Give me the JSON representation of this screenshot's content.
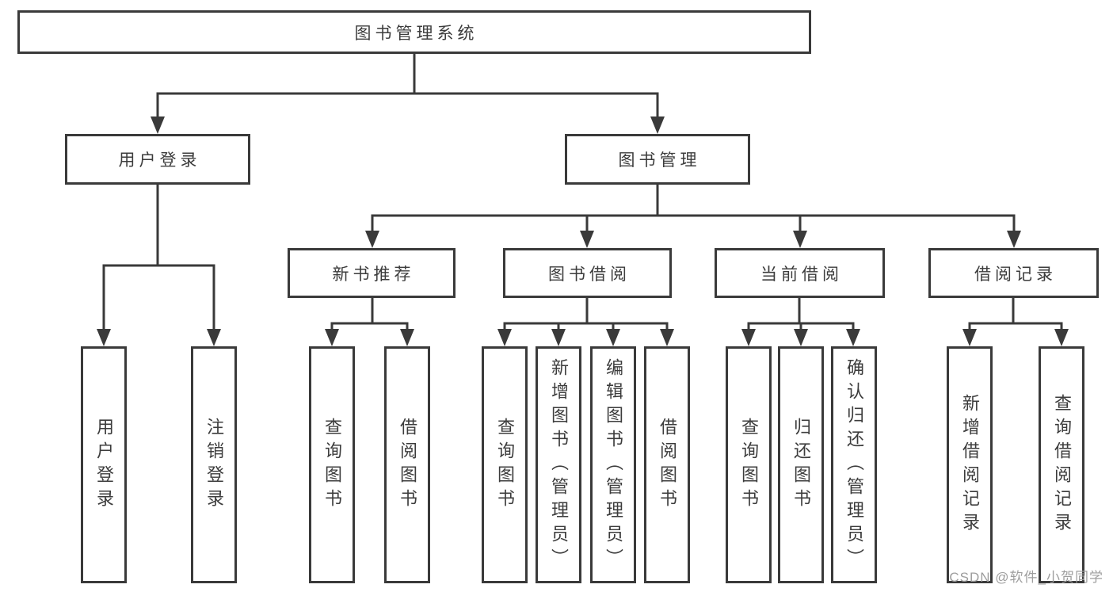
{
  "diagram": {
    "title_node": {
      "label": "图书管理系统"
    },
    "branches": [
      {
        "label": "用户登录"
      },
      {
        "label": "图书管理"
      }
    ],
    "modules": [
      {
        "label": "新书推荐"
      },
      {
        "label": "图书借阅"
      },
      {
        "label": "当前借阅"
      },
      {
        "label": "借阅记录"
      }
    ],
    "leaves": [
      {
        "label": "用户登录"
      },
      {
        "label": "注销登录"
      },
      {
        "label": "查询图书"
      },
      {
        "label": "借阅图书"
      },
      {
        "label": "查询图书"
      },
      {
        "label": "新增图书（管理员）"
      },
      {
        "label": "编辑图书（管理员）"
      },
      {
        "label": "借阅图书"
      },
      {
        "label": "查询图书"
      },
      {
        "label": "归还图书"
      },
      {
        "label": "确认归还（管理员）"
      },
      {
        "label": "新增借阅记录"
      },
      {
        "label": "查询借阅记录"
      }
    ]
  },
  "watermark": {
    "text": "CSDN @软件_小贺同学"
  },
  "colors": {
    "line": "#3a3a3a",
    "text": "#3c3c3c",
    "watermark": "#9e9e9e",
    "background": "#ffffff"
  }
}
